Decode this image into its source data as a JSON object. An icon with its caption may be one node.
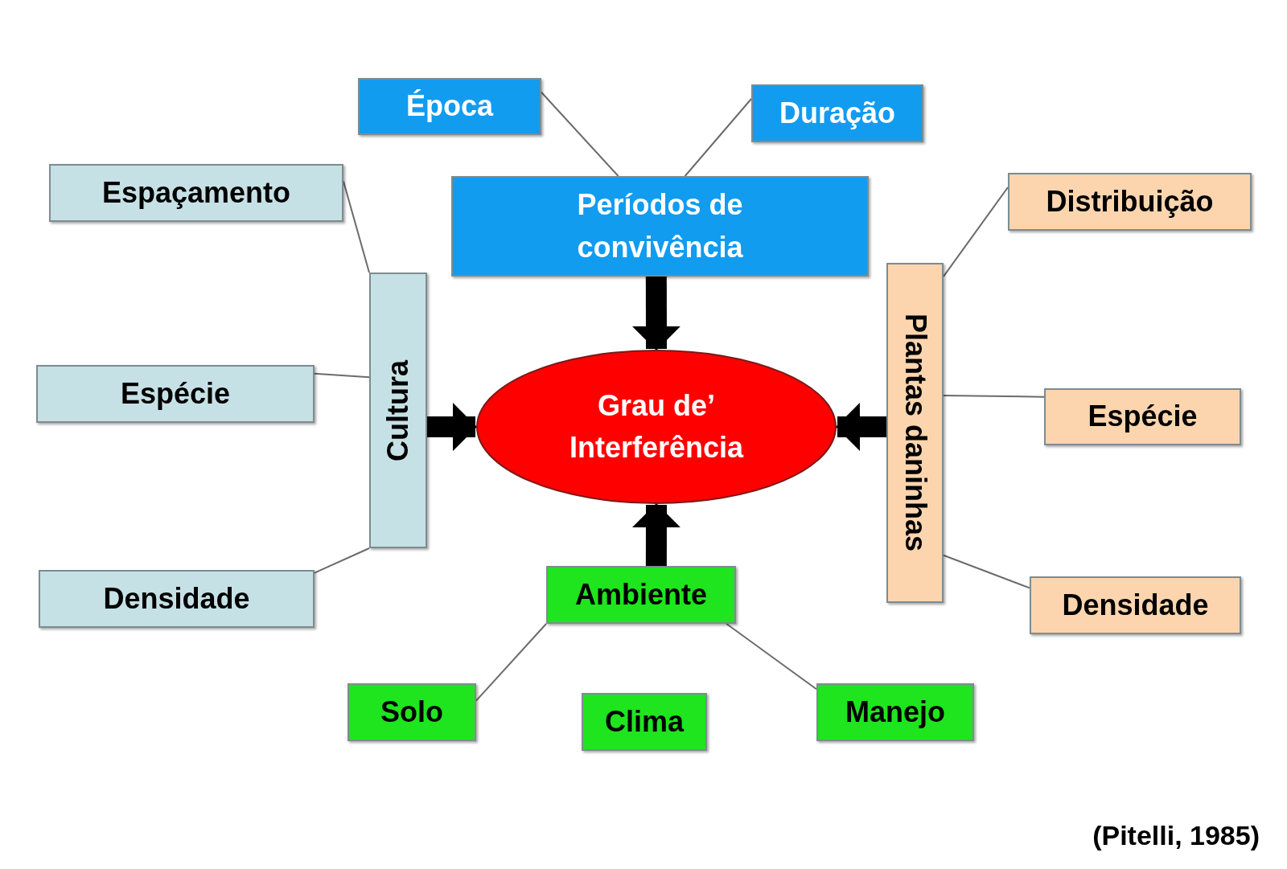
{
  "diagram": {
    "nodes": [
      {
        "text": [
          "Época"
        ]
      },
      {
        "text": [
          "Duração"
        ]
      },
      {
        "text": [
          "Períodos de convivência"
        ]
      },
      {
        "text": [
          "Espaçamento"
        ]
      },
      {
        "text": [
          "Cultura"
        ]
      },
      {
        "text": [
          "Espécie"
        ]
      },
      {
        "text": [
          "Densidade"
        ]
      },
      {
        "text": [
          "Grau de’ Interferência"
        ]
      },
      {
        "text": [
          "Plantas daninhas"
        ]
      },
      {
        "text": [
          "Distribuição"
        ]
      },
      {
        "text": [
          "Espécie"
        ]
      },
      {
        "text": [
          "Densidade"
        ]
      },
      {
        "text": [
          "Ambiente"
        ]
      },
      {
        "text": [
          "Solo"
        ]
      },
      {
        "text": [
          "Clima"
        ]
      },
      {
        "text": [
          "Manejo"
        ]
      }
    ],
    "edges": [
      {
        "from": 0,
        "to": 2,
        "arrow": "none"
      },
      {
        "from": 1,
        "to": 2,
        "arrow": "none"
      },
      {
        "from": 3,
        "to": 4,
        "arrow": "none"
      },
      {
        "from": 5,
        "to": 4,
        "arrow": "none"
      },
      {
        "from": 6,
        "to": 4,
        "arrow": "none"
      },
      {
        "from": 8,
        "to": 9,
        "arrow": "none"
      },
      {
        "from": 8,
        "to": 10,
        "arrow": "none"
      },
      {
        "from": 8,
        "to": 11,
        "arrow": "none"
      },
      {
        "from": 12,
        "to": 13,
        "arrow": "none"
      },
      {
        "from": 12,
        "to": 15,
        "arrow": "none"
      },
      {
        "from": 2,
        "to": 7,
        "arrow": "to",
        "style": "thick",
        "color": "#000000"
      },
      {
        "from": 4,
        "to": 7,
        "arrow": "to",
        "style": "thick",
        "color": "#000000"
      },
      {
        "from": 8,
        "to": 7,
        "arrow": "to",
        "style": "thick",
        "color": "#000000"
      },
      {
        "from": 12,
        "to": 7,
        "arrow": "to",
        "style": "thick",
        "color": "#000000"
      }
    ],
    "labels": [
      "(Pitelli, 1985)"
    ]
  }
}
